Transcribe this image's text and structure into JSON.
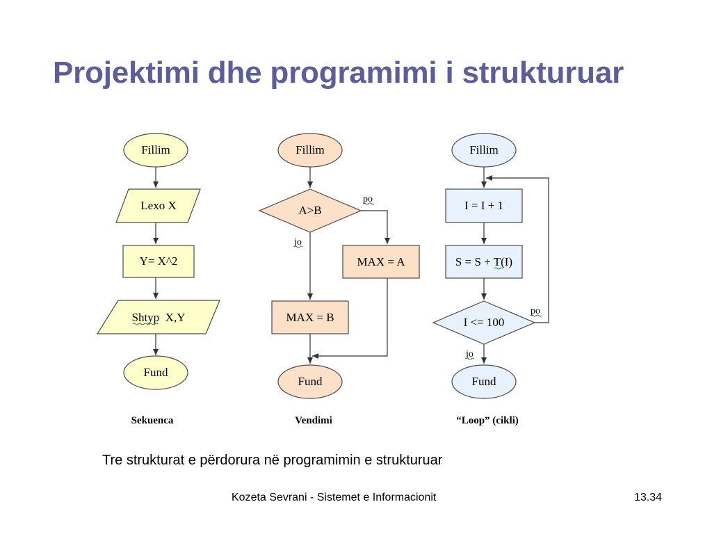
{
  "slide": {
    "title": "Projektimi dhe programimi i strukturuar",
    "subtitle": "Tre strukturat e përdorura në programimin e strukturuar",
    "footer_author": "Kozeta Sevrani - Sistemet e Informacionit",
    "page_number": "13.34"
  },
  "colors": {
    "title": "#5a5f9c",
    "sequence_fill": "#ffffcc",
    "decision_fill": "#fde0c8",
    "loop_fill": "#e8f2fc",
    "stroke": "#4a4a4a"
  },
  "diagrams": {
    "sequence": {
      "start": "Fillim",
      "input": "Lexo X",
      "process": "Y= X^2",
      "output": "Shtyp  X,Y",
      "end": "Fund",
      "caption": "Sekuenca"
    },
    "decision": {
      "start": "Fillim",
      "condition": "A>B",
      "yes_label": "po",
      "no_label": "jo",
      "yes_process": "MAX = A",
      "no_process": "MAX = B",
      "end": "Fund",
      "caption": "Vendimi"
    },
    "loop": {
      "start": "Fillim",
      "increment": "I = I + 1",
      "accumulate": "S = S + T(I)",
      "condition": "I <= 100",
      "yes_label": "po",
      "no_label": "jo",
      "end": "Fund",
      "caption": "“Loop” (cikli)"
    }
  }
}
